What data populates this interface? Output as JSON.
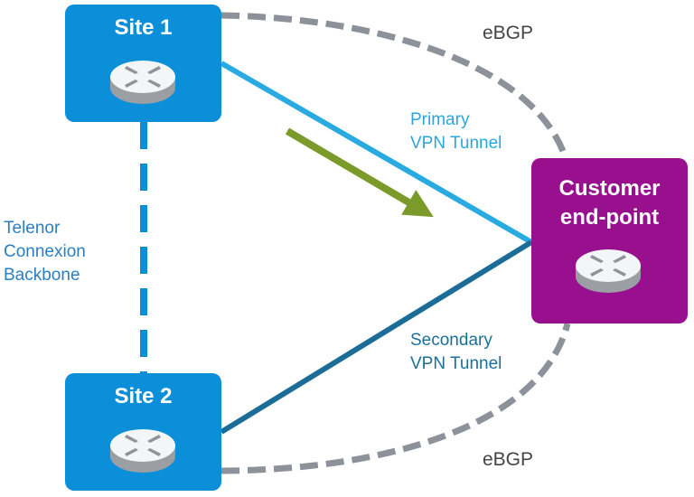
{
  "nodes": {
    "site1": {
      "title": "Site 1",
      "icon": "router-icon"
    },
    "site2": {
      "title": "Site 2",
      "icon": "router-icon"
    },
    "customer": {
      "title_line1": "Customer",
      "title_line2": "end-point",
      "icon": "router-icon"
    }
  },
  "links": {
    "primary": {
      "label_line1": "Primary",
      "label_line2": "VPN Tunnel",
      "color": "#29abe2"
    },
    "secondary": {
      "label_line1": "Secondary",
      "label_line2": "VPN Tunnel",
      "color": "#1b6d98"
    },
    "ebgp_top": {
      "label": "eBGP",
      "color": "#8c919a"
    },
    "ebgp_bottom": {
      "label": "eBGP",
      "color": "#8c919a"
    },
    "backbone": {
      "label_line1": "Telenor",
      "label_line2": "Connexion",
      "label_line3": "Backbone",
      "color": "#0a8fd8"
    },
    "traffic_arrow": {
      "color": "#7a9a2a"
    }
  },
  "colors": {
    "site": "#0a8fd8",
    "customer": "#99108f"
  }
}
